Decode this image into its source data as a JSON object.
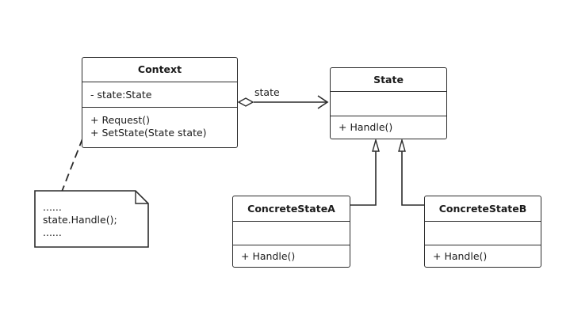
{
  "classes": {
    "context": {
      "name": "Context",
      "attributes": [
        "- state:State"
      ],
      "methods": [
        "+ Request()",
        "+ SetState(State state)"
      ]
    },
    "state": {
      "name": "State",
      "attributes": [],
      "methods": [
        "+ Handle()"
      ]
    },
    "concrete_a": {
      "name": "ConcreteStateA",
      "attributes": [],
      "methods": [
        "+ Handle()"
      ]
    },
    "concrete_b": {
      "name": "ConcreteStateB",
      "attributes": [],
      "methods": [
        "+ Handle()"
      ]
    }
  },
  "association": {
    "label": "state",
    "kind": "aggregation"
  },
  "note": {
    "lines": [
      "......",
      "state.Handle();",
      "......"
    ]
  },
  "colors": {
    "line": "#2b2b2b",
    "background": "#ffffff"
  }
}
